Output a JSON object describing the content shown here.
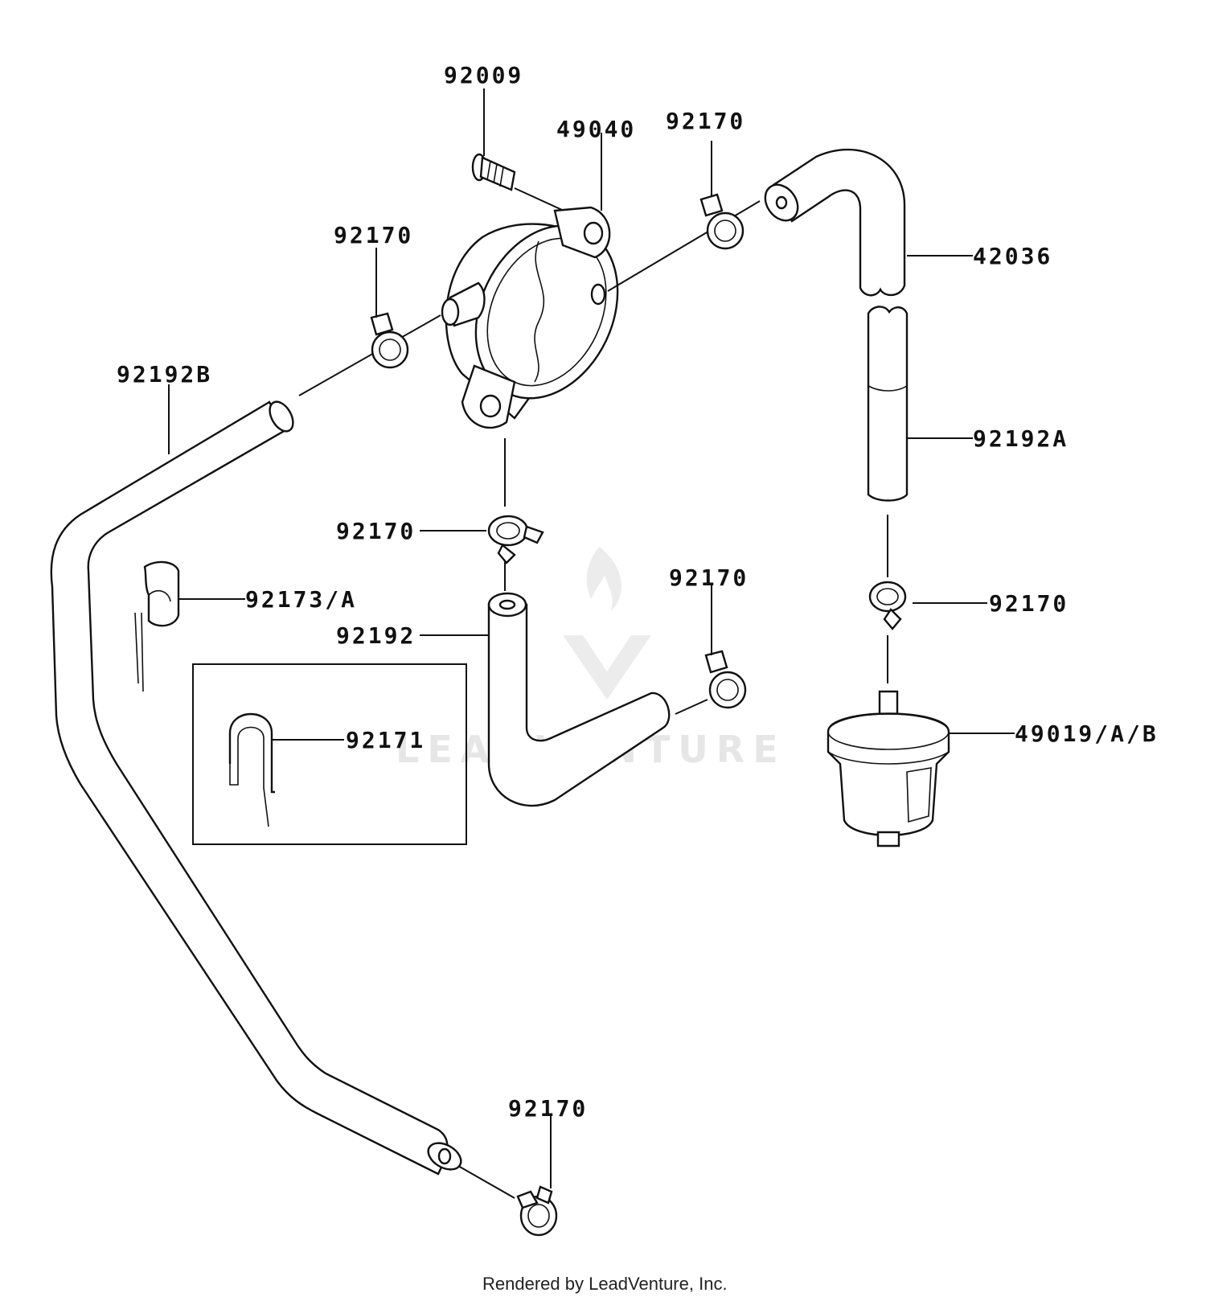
{
  "callouts": {
    "bolt": "92009",
    "pump": "49040",
    "clamp_top_right": "92170",
    "clamp_top_left": "92170",
    "hose_top_right": "42036",
    "hose_long": "92192B",
    "hose_right": "92192A",
    "clamp_mid_center": "92170",
    "clamp_mid_right_low": "92170",
    "clamp_mid_right": "92170",
    "clip_a": "92173/A",
    "hose_center": "92192",
    "clip_inset": "92171",
    "filter": "49019/A/B",
    "clamp_bottom": "92170"
  },
  "watermark": "LEADVENTURE",
  "footer": "Rendered by LeadVenture, Inc.",
  "colors": {
    "line": "#111111",
    "background": "#ffffff",
    "watermark": "#e6e6e6"
  }
}
